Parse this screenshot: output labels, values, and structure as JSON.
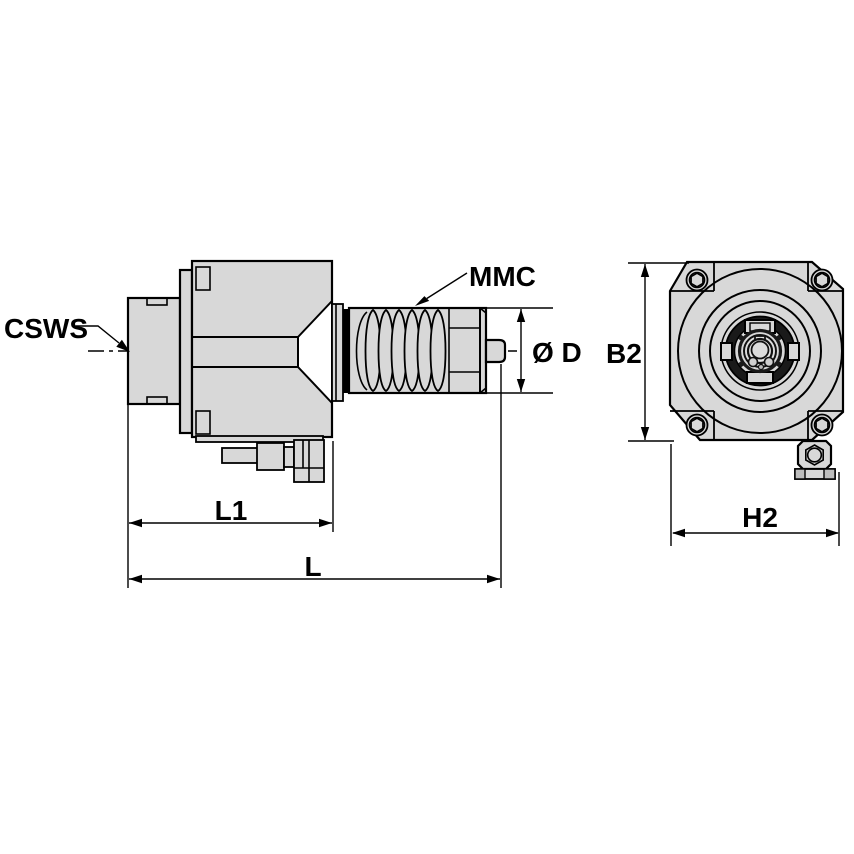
{
  "colors": {
    "background": "#ffffff",
    "line": "#000000",
    "metal_fill": "#d8d8d8",
    "dark_detail": "#1a1a1a"
  },
  "side_view": {
    "callouts": {
      "shank": "CSWS",
      "clamping_unit": "MMC"
    },
    "dimensions": {
      "pilot_diameter": "Ø D",
      "body_length": "L1",
      "overall_length": "L"
    }
  },
  "front_view": {
    "dimensions": {
      "height": "B2",
      "width": "H2"
    }
  }
}
